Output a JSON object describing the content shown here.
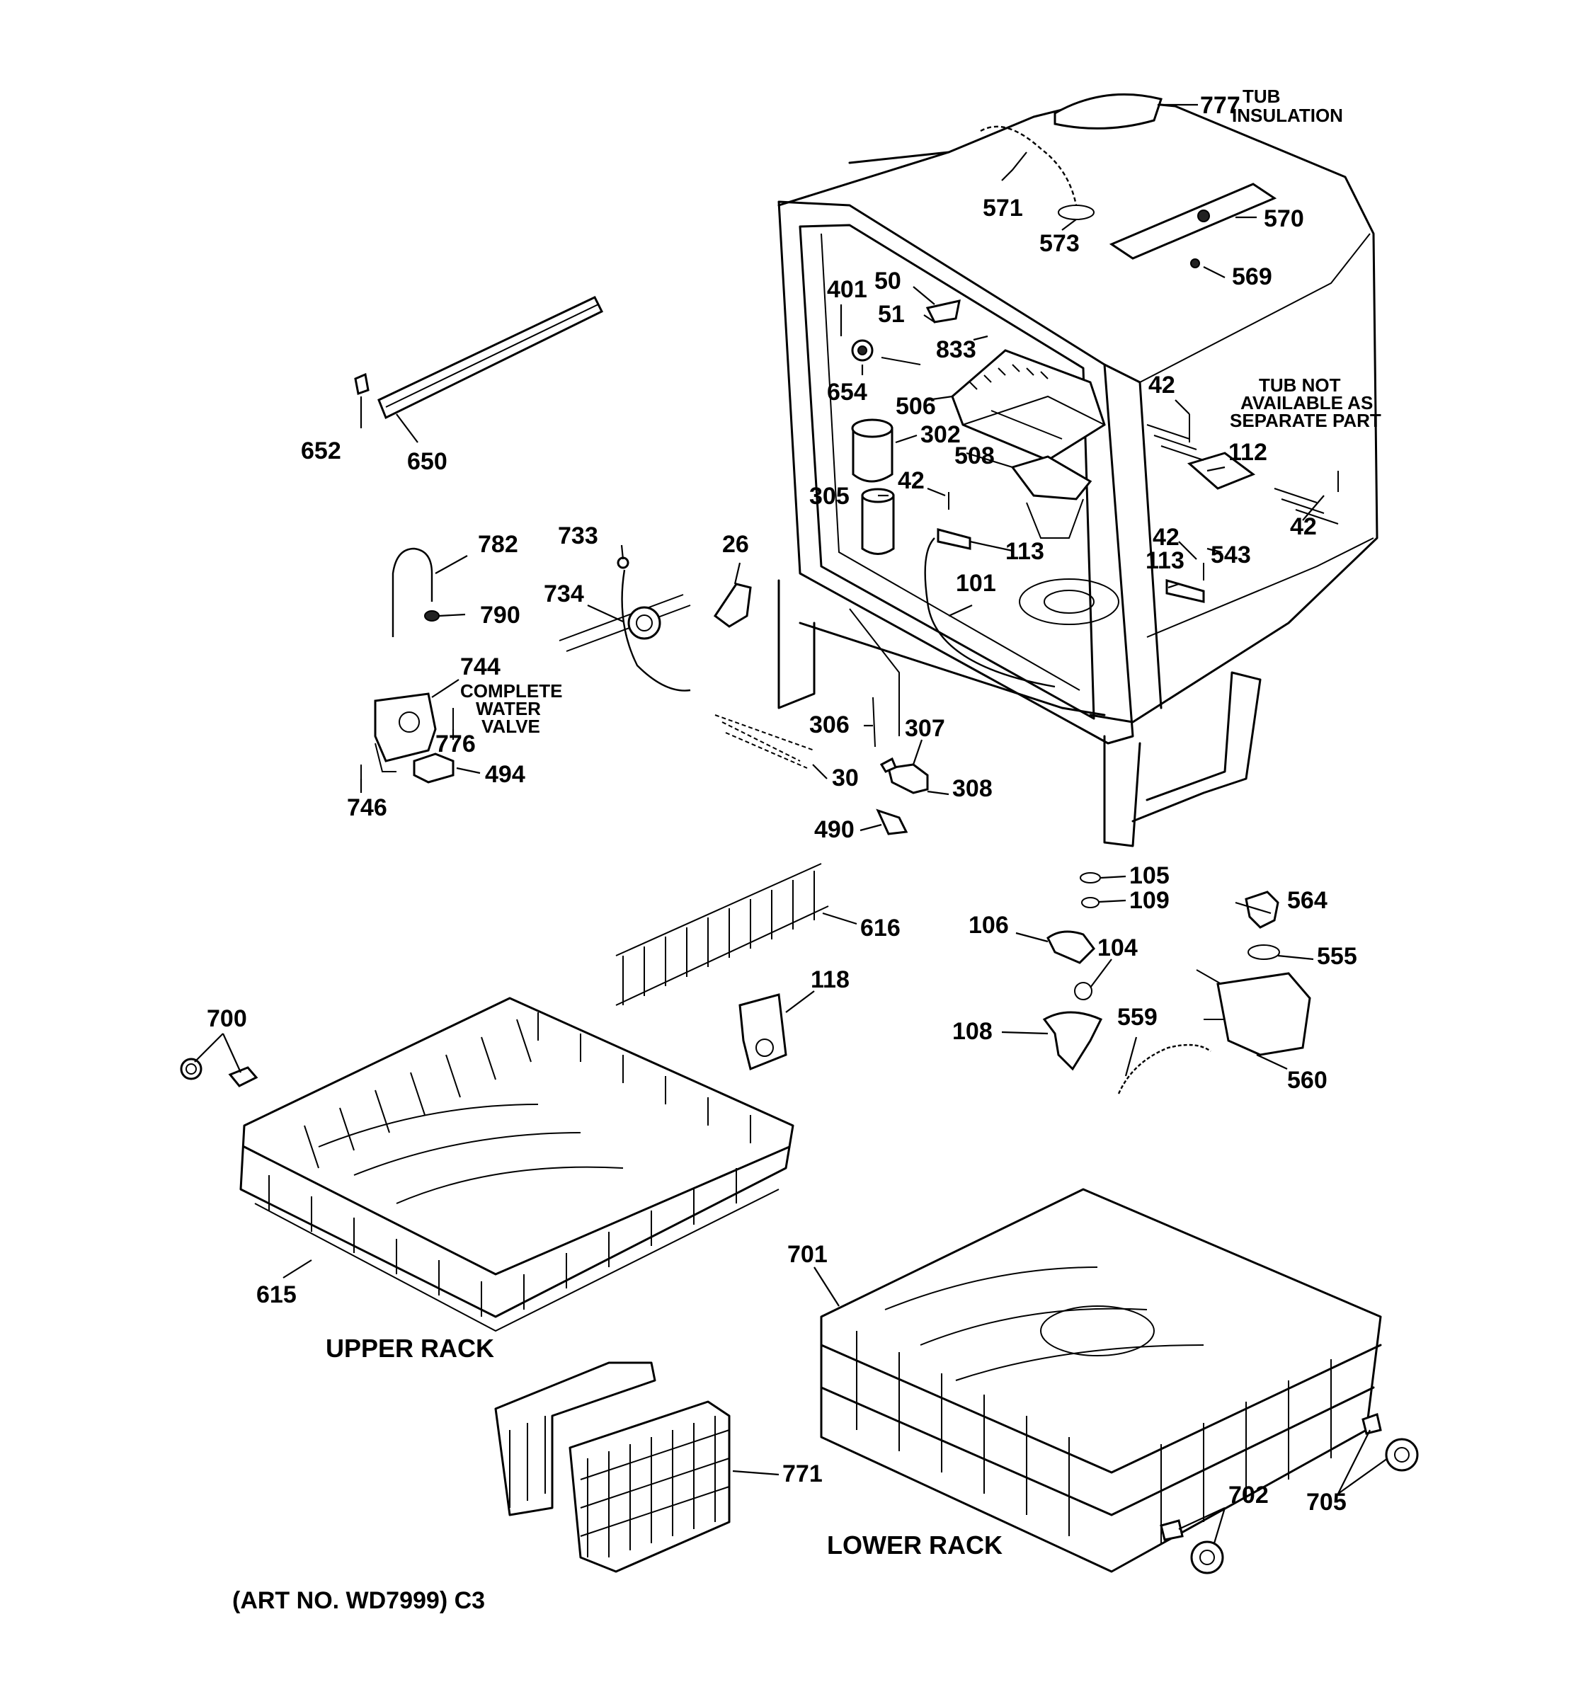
{
  "callouts": {
    "p777": "777",
    "tub_insulation_1": "TUB",
    "tub_insulation_2": "INSULATION",
    "p571": "571",
    "p573": "573",
    "p570": "570",
    "p569": "569",
    "p401": "401",
    "p50": "50",
    "p51": "51",
    "p833": "833",
    "p654": "654",
    "p506": "506",
    "p302": "302",
    "p508": "508",
    "p305": "305",
    "p42a": "42",
    "p113a": "113",
    "p101": "101",
    "p42b": "42",
    "tub_note_1": "TUB NOT",
    "tub_note_2": "AVAILABLE AS",
    "tub_note_3": "SEPARATE PART",
    "p112": "112",
    "p42c": "42",
    "p42d": "42",
    "p543": "543",
    "p113b": "113",
    "p652": "652",
    "p650": "650",
    "p782": "782",
    "p790": "790",
    "p733": "733",
    "p734": "734",
    "p26": "26",
    "p744": "744",
    "cwv_1": "COMPLETE",
    "cwv_2": "WATER",
    "cwv_3": "VALVE",
    "p776": "776",
    "p746": "746",
    "p494": "494",
    "p30": "30",
    "p306": "306",
    "p307": "307",
    "p308": "308",
    "p490": "490",
    "p105": "105",
    "p109": "109",
    "p564": "564",
    "p106": "106",
    "p104": "104",
    "p555": "555",
    "p108": "108",
    "p559": "559",
    "p560": "560",
    "p616": "616",
    "p118": "118",
    "p700": "700",
    "p615": "615",
    "upper_rack": "UPPER RACK",
    "p701": "701",
    "p771": "771",
    "p702": "702",
    "p705": "705",
    "lower_rack": "LOWER RACK",
    "art_no": "(ART NO. WD7999) C3"
  }
}
